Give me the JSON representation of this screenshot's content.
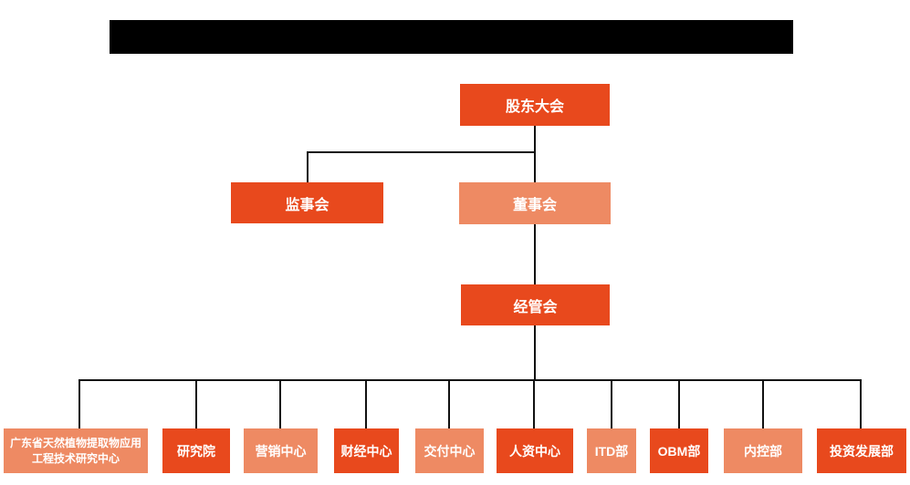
{
  "colors": {
    "primary": "#E8491D",
    "secondary": "#EE8A63",
    "line": "#111111",
    "text": "#FFFFFF"
  },
  "title_bar": {
    "state": "redacted"
  },
  "nodes": {
    "shareholders_meeting": {
      "label": "股东大会",
      "variant": "primary"
    },
    "supervisory_board": {
      "label": "监事会",
      "variant": "primary"
    },
    "board_of_directors": {
      "label": "董事会",
      "variant": "secondary"
    },
    "management_committee": {
      "label": "经管会",
      "variant": "primary"
    },
    "departments": [
      {
        "label": "广东省天然植物提取物应用工程技术研究中心",
        "variant": "secondary"
      },
      {
        "label": "研究院",
        "variant": "primary"
      },
      {
        "label": "营销中心",
        "variant": "secondary"
      },
      {
        "label": "财经中心",
        "variant": "primary"
      },
      {
        "label": "交付中心",
        "variant": "secondary"
      },
      {
        "label": "人资中心",
        "variant": "primary"
      },
      {
        "label": "ITD部",
        "variant": "secondary"
      },
      {
        "label": "OBM部",
        "variant": "primary"
      },
      {
        "label": "内控部",
        "variant": "secondary"
      },
      {
        "label": "投资发展部",
        "variant": "primary"
      }
    ]
  }
}
